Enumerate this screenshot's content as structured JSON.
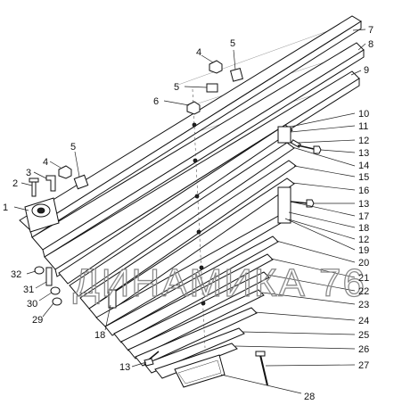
{
  "watermark": "ДИНАМИКА 76",
  "callouts": [
    {
      "id": "c1",
      "label": "1"
    },
    {
      "id": "c2",
      "label": "2"
    },
    {
      "id": "c3",
      "label": "3"
    },
    {
      "id": "c4a",
      "label": "4"
    },
    {
      "id": "c4b",
      "label": "4"
    },
    {
      "id": "c5a",
      "label": "5"
    },
    {
      "id": "c5b",
      "label": "5"
    },
    {
      "id": "c5c",
      "label": "5"
    },
    {
      "id": "c6",
      "label": "6"
    },
    {
      "id": "c7",
      "label": "7"
    },
    {
      "id": "c8",
      "label": "8"
    },
    {
      "id": "c9",
      "label": "9"
    },
    {
      "id": "c10",
      "label": "10"
    },
    {
      "id": "c11",
      "label": "11"
    },
    {
      "id": "c12a",
      "label": "12"
    },
    {
      "id": "c13a",
      "label": "13"
    },
    {
      "id": "c14",
      "label": "14"
    },
    {
      "id": "c15",
      "label": "15"
    },
    {
      "id": "c16",
      "label": "16"
    },
    {
      "id": "c13b",
      "label": "13"
    },
    {
      "id": "c17",
      "label": "17"
    },
    {
      "id": "c18a",
      "label": "18"
    },
    {
      "id": "c12b",
      "label": "12"
    },
    {
      "id": "c19",
      "label": "19"
    },
    {
      "id": "c20",
      "label": "20"
    },
    {
      "id": "c21",
      "label": "21"
    },
    {
      "id": "c22",
      "label": "22"
    },
    {
      "id": "c23",
      "label": "23"
    },
    {
      "id": "c24",
      "label": "24"
    },
    {
      "id": "c25",
      "label": "25"
    },
    {
      "id": "c26",
      "label": "26"
    },
    {
      "id": "c27",
      "label": "27"
    },
    {
      "id": "c28",
      "label": "28"
    },
    {
      "id": "c29",
      "label": "29"
    },
    {
      "id": "c30",
      "label": "30"
    },
    {
      "id": "c31",
      "label": "31"
    },
    {
      "id": "c32",
      "label": "32"
    },
    {
      "id": "c18b",
      "label": "18"
    },
    {
      "id": "c13c",
      "label": "13"
    }
  ]
}
